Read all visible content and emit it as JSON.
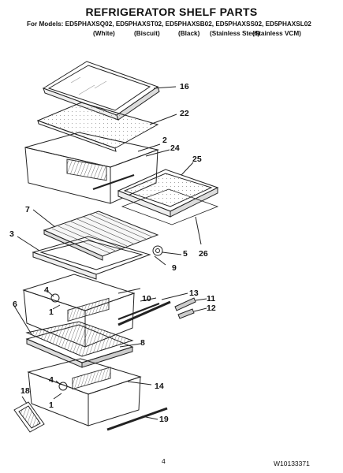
{
  "title": "REFRIGERATOR SHELF PARTS",
  "models_line": "For Models: ED5PHAXSQ02, ED5PHAXST02, ED5PHAXSB02, ED5PHAXSS02, ED5PHAXSL02",
  "colors": {
    "white": "(White)",
    "biscuit": "(Biscuit)",
    "black": "(Black)",
    "stainless": "(Stainless Steel)",
    "vcm": "(Stainless VCM)"
  },
  "callouts": {
    "c16": "16",
    "c22": "22",
    "c2": "2",
    "c24": "24",
    "c25": "25",
    "c7": "7",
    "c3": "3",
    "c5": "5",
    "c26": "26",
    "c9": "9",
    "c4a": "4",
    "c1a": "1",
    "c10": "10",
    "c13": "13",
    "c11": "11",
    "c12": "12",
    "c6": "6",
    "c8": "8",
    "c4b": "4",
    "c14": "14",
    "c18": "18",
    "c1b": "1",
    "c19": "19"
  },
  "footer": {
    "page": "4",
    "doc_number": "W10133371"
  }
}
